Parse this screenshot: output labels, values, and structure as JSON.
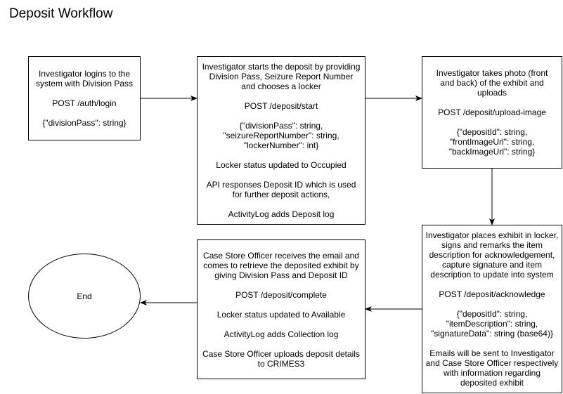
{
  "title": "Deposit Workflow",
  "nodes": {
    "login": {
      "text": "Investigator logins to the system with Division Pass",
      "endpoint": "POST /auth/login",
      "payload": "{\"divisionPass\": string}"
    },
    "start": {
      "text": "Investigator starts the deposit by providing Division Pass, Seizure Report Number and chooses a locker",
      "endpoint": "POST /deposit/start",
      "payload_lines": [
        "{\"divisionPass\": string,",
        "\"seizureReportNumber\": string,",
        "\"lockerNumber\": int}"
      ],
      "status": "Locker status updated to Occupied",
      "response": "API responses Deposit ID which is used for further deposit actions,",
      "log": "ActivityLog adds Deposit log"
    },
    "upload": {
      "text": "Investigator takes photo (front and back) of the exhibit and uploads",
      "endpoint": "POST /deposit/upload-image",
      "payload_lines": [
        "{\"depositId\": string,",
        "\"frontImageUrl\": string,",
        "\"backImageUrl\": string}"
      ]
    },
    "acknowledge": {
      "text": "Investigator places exhibit in locker, signs and remarks the item description for acknowledgement, capture signature and item description to update into system",
      "endpoint": "POST /deposit/acknowledge",
      "payload_lines": [
        "{\"depositId\": string,",
        "\"itemDescription\": string,",
        "\"signatureData\": string (base64)}"
      ],
      "emails": "Emails will be sent to Investigator and Case Store Officer respectively with information regarding deposited exhibit"
    },
    "complete": {
      "text": "Case Store Officer receives the email and comes to retrieve the deposited exhibit by giving Division Pass and Deposit ID",
      "endpoint": "POST /deposit/complete",
      "status": "Locker status updated to Available",
      "log": "ActivityLog adds Collection log",
      "upload_details": "Case Store Officer uploads deposit details to CRIMES3"
    },
    "end": {
      "label": "End"
    }
  }
}
